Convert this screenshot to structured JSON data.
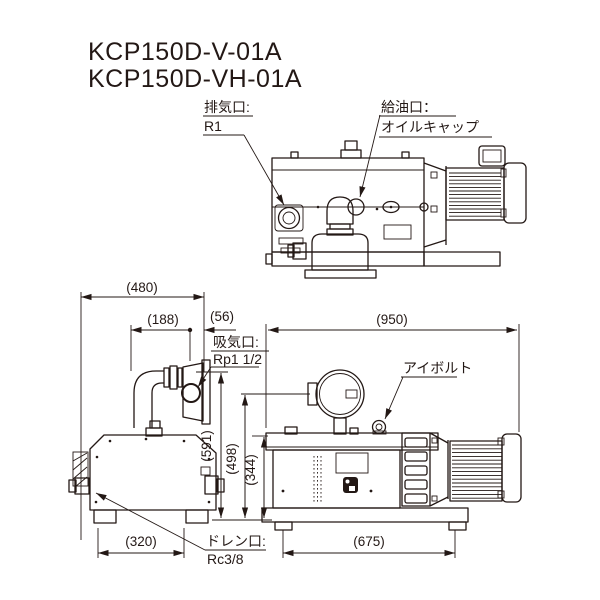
{
  "title": {
    "line1": "KCP150D-V-01A",
    "line2": "KCP150D-VH-01A"
  },
  "colors": {
    "line": "#231815",
    "background": "#ffffff"
  },
  "views": {
    "top_side": {
      "description": "upper side view of pump",
      "labels": {
        "exhaust_port_title": "排気口:",
        "exhaust_port_value": "R1",
        "oil_fill_title": "給油口：",
        "oil_fill_value": "オイルキャップ"
      }
    },
    "front": {
      "description": "lower-left front view of pump",
      "labels": {
        "intake_port_title": "吸気口:",
        "intake_port_value": "Rp1 1/2",
        "drain_port_title": "ドレン口:",
        "drain_port_value": "Rc3/8"
      },
      "dimensions": {
        "overall_width": "(480)",
        "pipe_offset": "(188)",
        "port_offset": "(56)",
        "overall_height": "(591)",
        "feet_span": "(320)"
      }
    },
    "right_side": {
      "description": "lower-right side view of pump",
      "labels": {
        "eyebolt": "アイボルト"
      },
      "dimensions": {
        "overall_length": "(950)",
        "intake_height": "(498)",
        "body_height": "(344)",
        "feet_span": "(675)"
      }
    }
  }
}
